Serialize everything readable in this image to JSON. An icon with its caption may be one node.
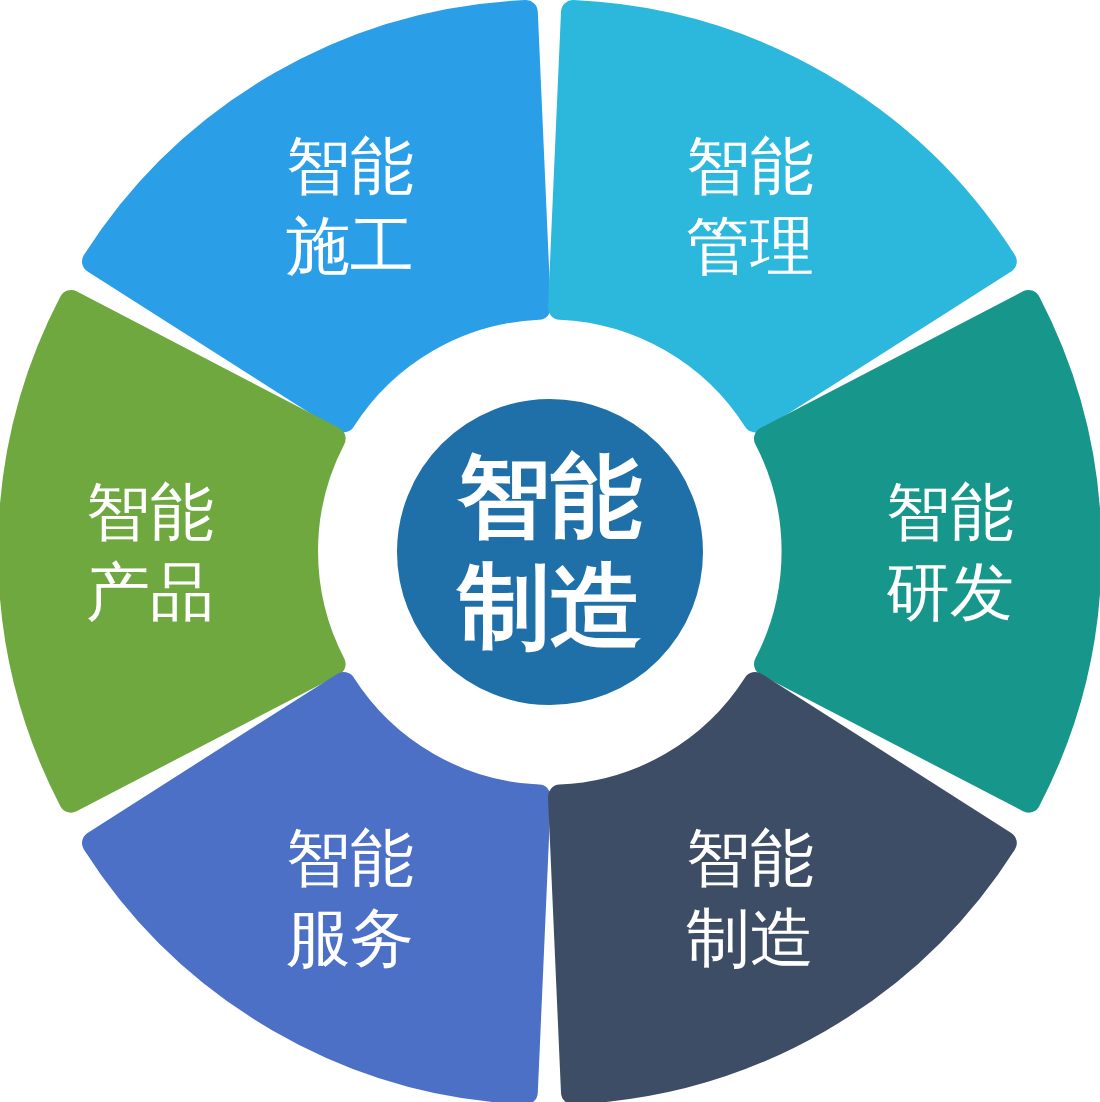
{
  "diagram": {
    "nodes": [
      {
        "text": [
          "智能施工"
        ]
      },
      {
        "text": [
          "智能管理"
        ]
      },
      {
        "text": [
          "智能产品"
        ]
      },
      {
        "text": [
          "智能制造"
        ]
      },
      {
        "text": [
          "智能研发"
        ]
      },
      {
        "text": [
          "智能服务"
        ]
      },
      {
        "text": [
          "智能制造"
        ]
      }
    ]
  }
}
